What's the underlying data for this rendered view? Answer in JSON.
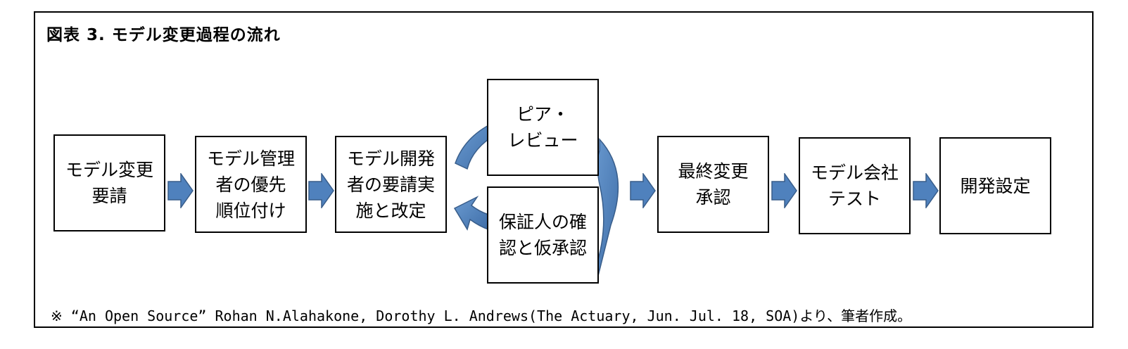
{
  "title": "図表 3. モデル変更過程の流れ",
  "boxes": {
    "request": [
      "モデル変更",
      "要請"
    ],
    "prioritize": [
      "モデル管理",
      "者の優先",
      "順位付け"
    ],
    "implement": [
      "モデル開発",
      "者の要請実",
      "施と改定"
    ],
    "peer_review": [
      "ピア・",
      "レビュー"
    ],
    "guarantor": [
      "保証人の確",
      "認と仮承認"
    ],
    "final_approval": [
      "最終変更",
      "承認"
    ],
    "company_test": [
      "モデル会社",
      "テスト"
    ],
    "deploy": [
      "開発設定"
    ]
  },
  "note": "※ “An Open Source” Rohan N.Alahakone, Dorothy L. Andrews(The Actuary, Jun. Jul. 18, SOA)より、筆者作成。",
  "colors": {
    "arrow_fill": "#4F81BD",
    "arrow_stroke": "#385D8A"
  }
}
